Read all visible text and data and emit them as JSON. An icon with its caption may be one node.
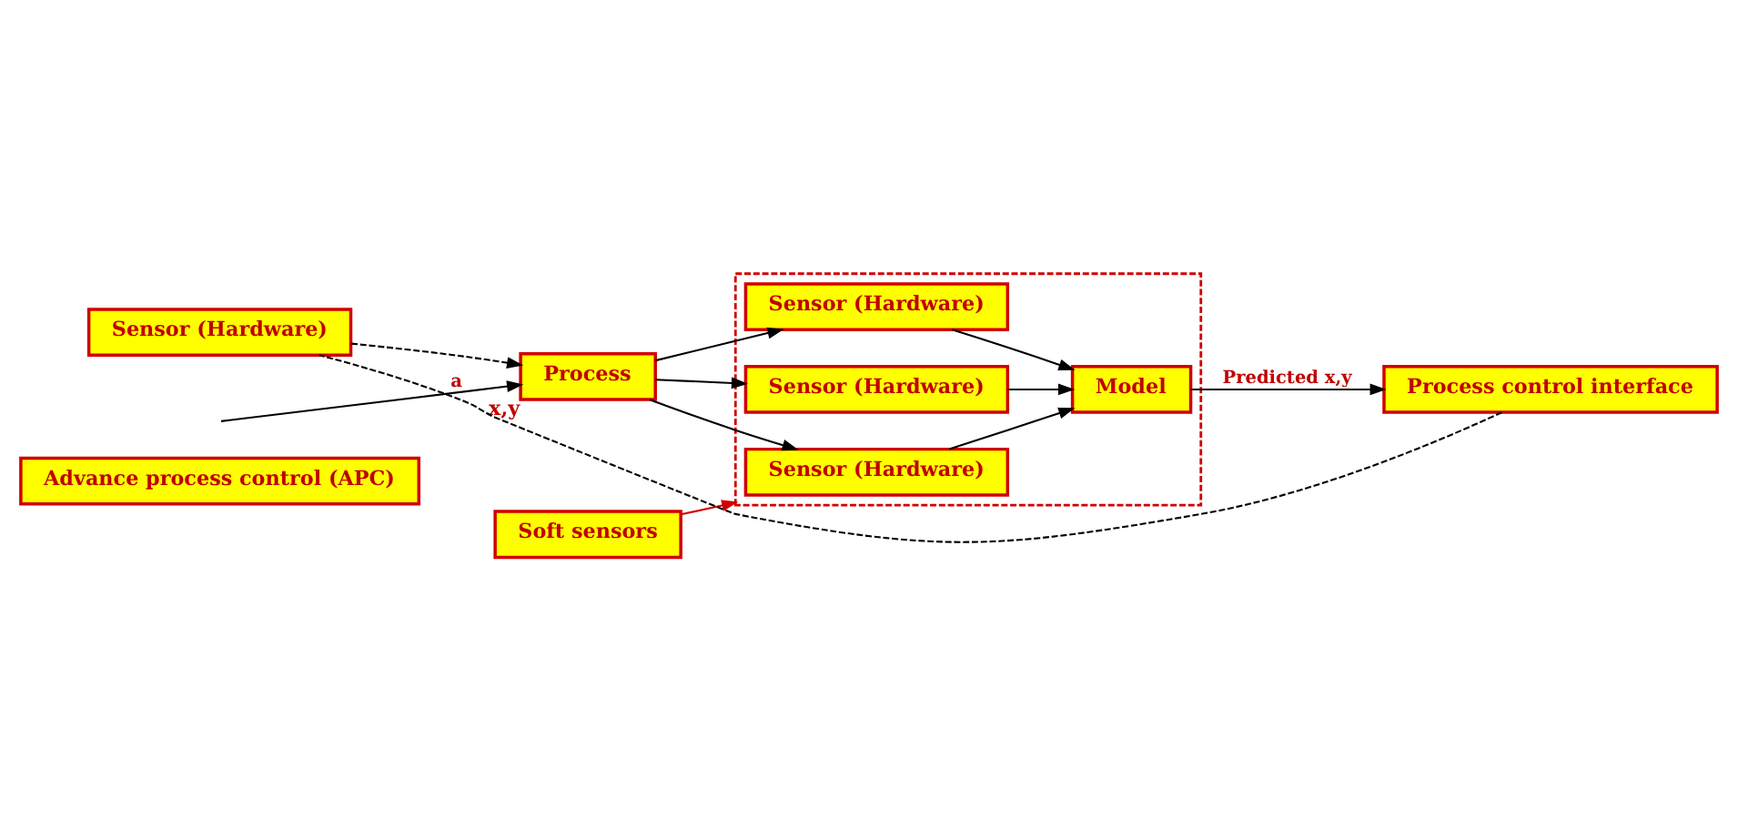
{
  "diagram": {
    "nodes": [
      {
        "text": [
          "Advance process control (APC)"
        ]
      },
      {
        "text": [
          "Sensor (Hardware)"
        ]
      },
      {
        "text": [
          "Soft sensors"
        ]
      },
      {
        "text": [
          "Process"
        ],
        "beside": [
          "x,y"
        ]
      },
      {
        "text": [],
        "shape": "box"
      },
      {
        "text": [
          "Sensor (Hardware)"
        ],
        "in": 4
      },
      {
        "text": [
          "Sensor (Hardware)"
        ],
        "in": 4
      },
      {
        "text": [
          "Sensor (Hardware)"
        ],
        "in": 4
      },
      {
        "text": [
          "Model"
        ],
        "in": 4
      },
      {
        "text": [
          "Process control interface"
        ]
      }
    ],
    "edges": [
      {
        "from": null,
        "to": 3,
        "arrow": "to",
        "label": "a"
      },
      {
        "from": 3,
        "to": 5,
        "arrow": "to"
      },
      {
        "from": 3,
        "to": 6,
        "arrow": "to"
      },
      {
        "from": 3,
        "to": 7,
        "arrow": "to"
      },
      {
        "from": 5,
        "to": 8,
        "arrow": "to"
      },
      {
        "from": 6,
        "to": 8,
        "arrow": "to"
      },
      {
        "from": 7,
        "to": 8,
        "arrow": "to"
      },
      {
        "from": 8,
        "to": 9,
        "arrow": "to",
        "label": "Predicted x,y"
      },
      {
        "from": 9,
        "to": 1,
        "arrow": "none",
        "style": "dashed"
      },
      {
        "from": 1,
        "to": 3,
        "arrow": "to",
        "style": "dashed"
      },
      {
        "from": 2,
        "to": 4,
        "arrow": "to",
        "color": "#d00000"
      }
    ]
  }
}
